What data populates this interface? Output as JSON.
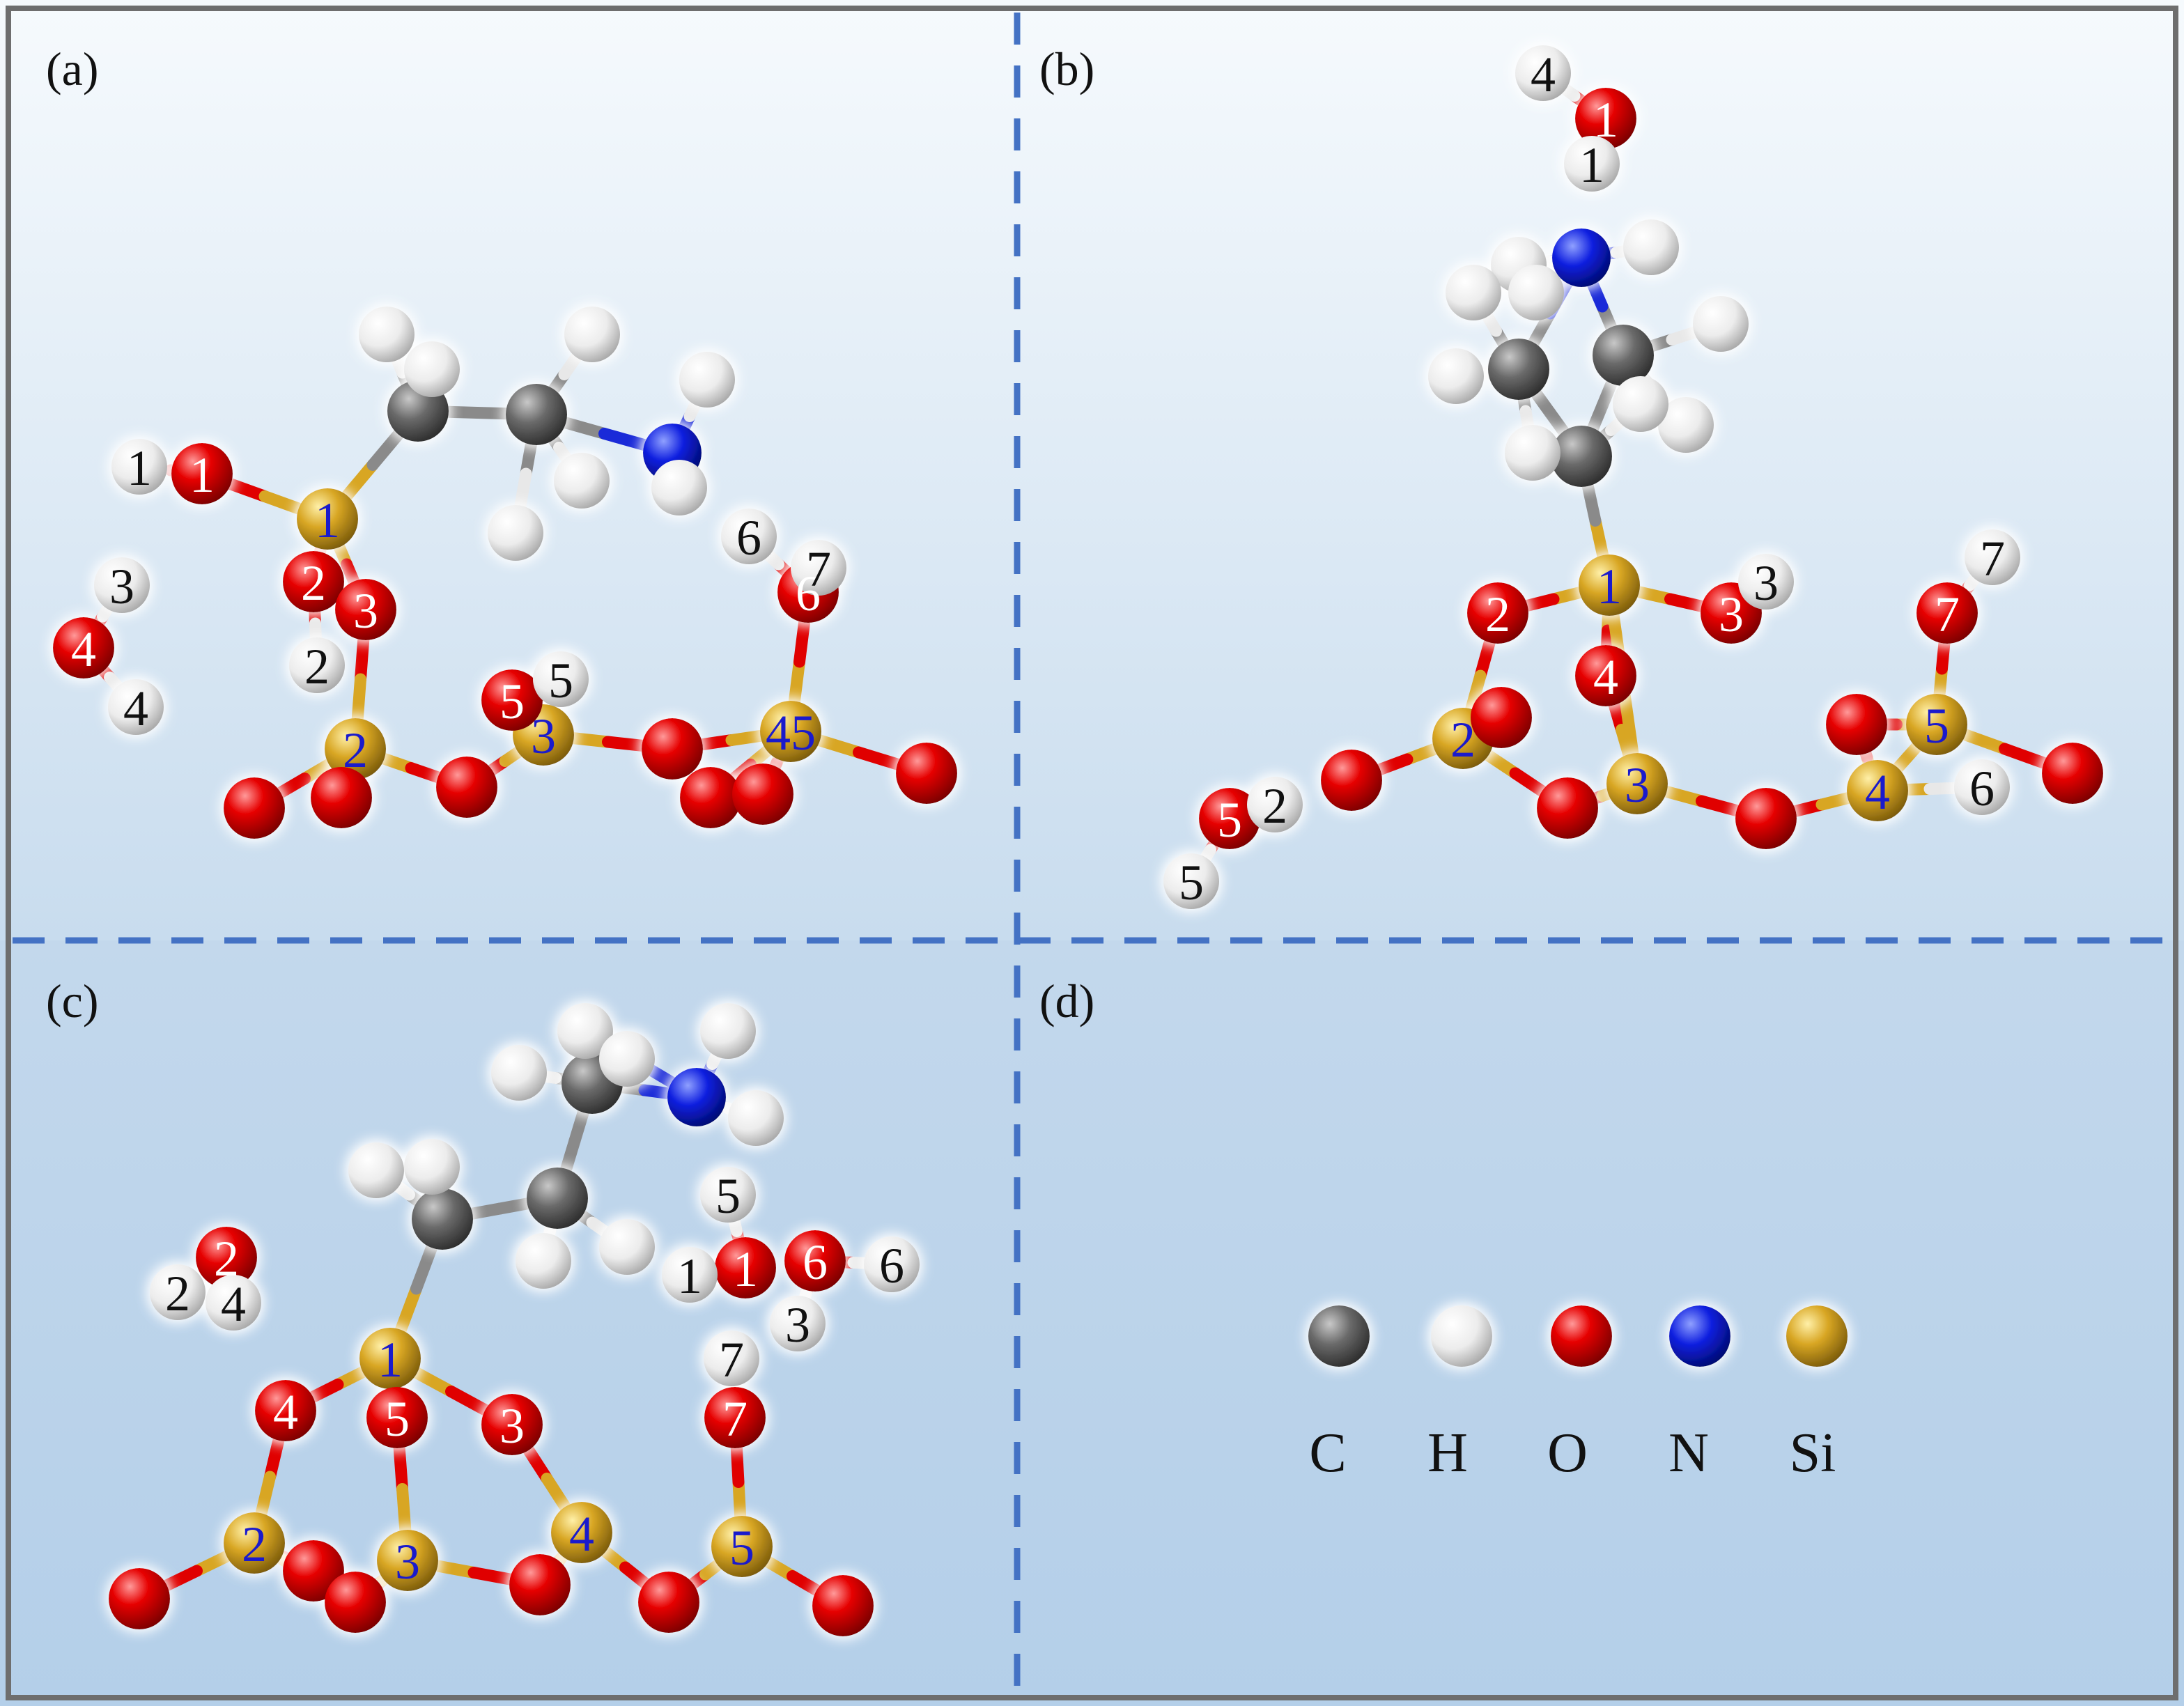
{
  "panels": [
    {
      "id": "a",
      "label": "(a)"
    },
    {
      "id": "b",
      "label": "(b)"
    },
    {
      "id": "c",
      "label": "(c)"
    },
    {
      "id": "d",
      "label": "(d)"
    }
  ],
  "legend": {
    "items": [
      {
        "element": "C",
        "color": "#5e5e5e"
      },
      {
        "element": "H",
        "color": "#f2f2f2"
      },
      {
        "element": "O",
        "color": "#e00000"
      },
      {
        "element": "N",
        "color": "#0a1fd8"
      },
      {
        "element": "Si",
        "color": "#d8a623"
      }
    ]
  },
  "colors": {
    "frame": "#6e6e6e",
    "divider": "#4472c4",
    "bond": "#d8a623",
    "carbon_bond": "#8a8a8a",
    "si_label": "#1a1acc",
    "o_label": "#ffffff",
    "h_label": "#111111"
  },
  "atom_labels": {
    "a": {
      "si": [
        "1",
        "2",
        "3",
        "45"
      ],
      "o": [
        "1",
        "2",
        "3",
        "4",
        "5",
        "6"
      ],
      "h": [
        "1",
        "2",
        "3",
        "4",
        "5",
        "6",
        "7"
      ]
    },
    "b": {
      "si": [
        "1",
        "2",
        "3",
        "4",
        "5"
      ],
      "o": [
        "1",
        "2",
        "3",
        "4",
        "5",
        "7"
      ],
      "h": [
        "4",
        "1",
        "3",
        "7",
        "2",
        "5",
        "6"
      ]
    },
    "c": {
      "si": [
        "1",
        "2",
        "3",
        "4",
        "5"
      ],
      "o": [
        "2",
        "1",
        "6",
        "4",
        "5",
        "3",
        "7"
      ],
      "h": [
        "5",
        "1",
        "6",
        "3",
        "7",
        "2",
        "4"
      ]
    }
  }
}
